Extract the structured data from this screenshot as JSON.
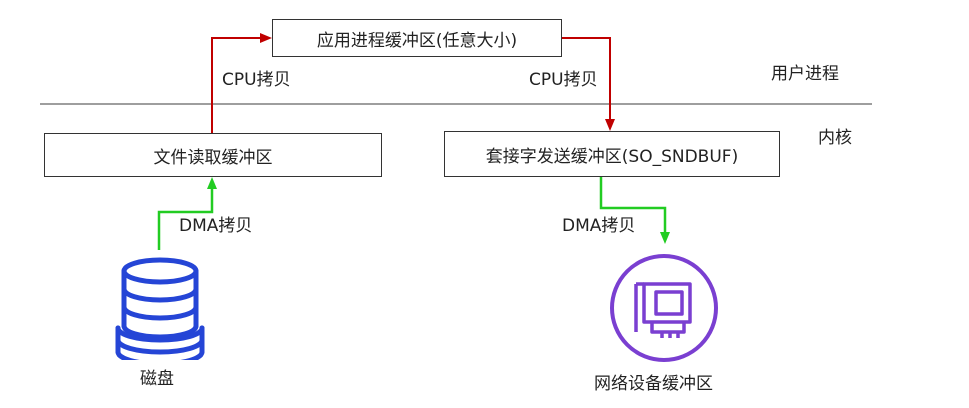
{
  "regions": {
    "user_label": "用户进程",
    "kernel_label": "内核"
  },
  "boxes": {
    "app_buffer": "应用进程缓冲区(任意大小)",
    "file_read_buffer": "文件读取缓冲区",
    "socket_send_buffer": "套接字发送缓冲区(SO_SNDBUF)"
  },
  "edges": {
    "cpu_copy_left": "CPU拷贝",
    "cpu_copy_right": "CPU拷贝",
    "dma_copy_left": "DMA拷贝",
    "dma_copy_right": "DMA拷贝"
  },
  "devices": {
    "disk_label": "磁盘",
    "network_label": "网络设备缓冲区"
  },
  "colors": {
    "cpu_arrow": "#c00000",
    "dma_arrow": "#22cc22",
    "disk_icon": "#2545d6",
    "network_icon": "#7a3fd1",
    "divider": "#7f7f7f"
  }
}
